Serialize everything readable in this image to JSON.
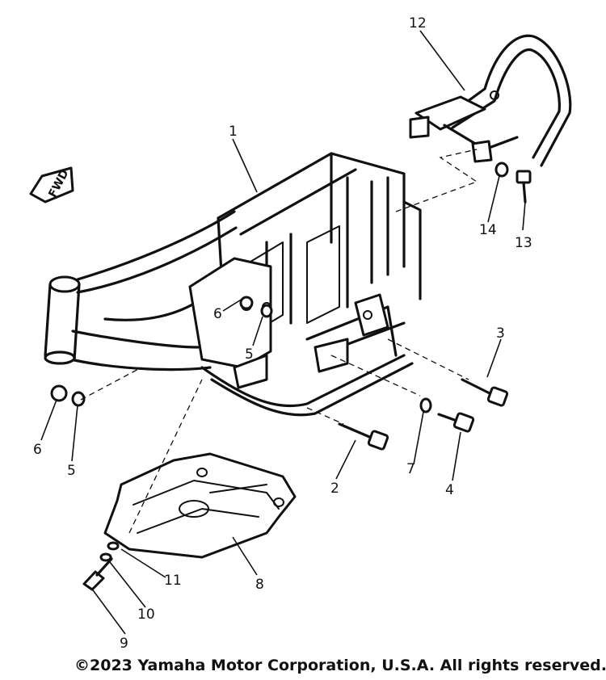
{
  "fwd_arrow": {
    "label": "FWD"
  },
  "callouts": {
    "p1": "1",
    "p2": "2",
    "p3": "3",
    "p4": "4",
    "p5a": "5",
    "p5b": "5",
    "p6a": "6",
    "p6b": "6",
    "p7": "7",
    "p8": "8",
    "p9": "9",
    "p10": "10",
    "p11": "11",
    "p12": "12",
    "p13": "13",
    "p14": "14"
  },
  "copyright": "©2023 Yamaha Motor Corporation, U.S.A. All rights reserved."
}
